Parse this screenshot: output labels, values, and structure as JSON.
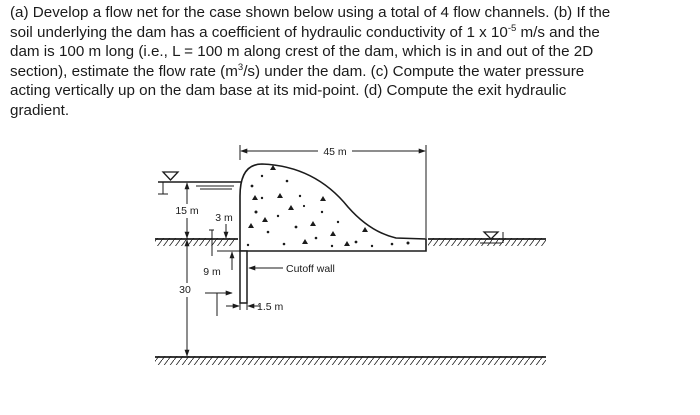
{
  "problem": {
    "line1": "(a) Develop a flow net for the case shown below using a total of 4 flow channels. (b) If the",
    "line2a": "soil underlying the dam has a coefficient of hydraulic conductivity of 1 x 10",
    "line2exp": "-5",
    "line2b": " m/s and the",
    "line3": "dam is 100 m long (i.e., L = 100 m along crest of the dam, which is in and out of the 2D",
    "line4a": "section), estimate the flow rate (m",
    "line4exp": "3",
    "line4b": "/s) under the dam. (c) Compute the water pressure",
    "line5": "acting vertically up on the dam base at its mid-point. (d) Compute the exit hydraulic",
    "line6": "gradient."
  },
  "diagram": {
    "label_base_width": "45 m",
    "label_upstream_head": "15 m",
    "label_embedment": "3 m",
    "label_cutoff_depth": "9 m",
    "label_layer_depth": "30",
    "label_cutoff_wall": "Cutoff wall",
    "label_cutoff_thickness": "1.5 m"
  },
  "colors": {
    "ink": "#1b1b1b",
    "background": "#ffffff"
  }
}
